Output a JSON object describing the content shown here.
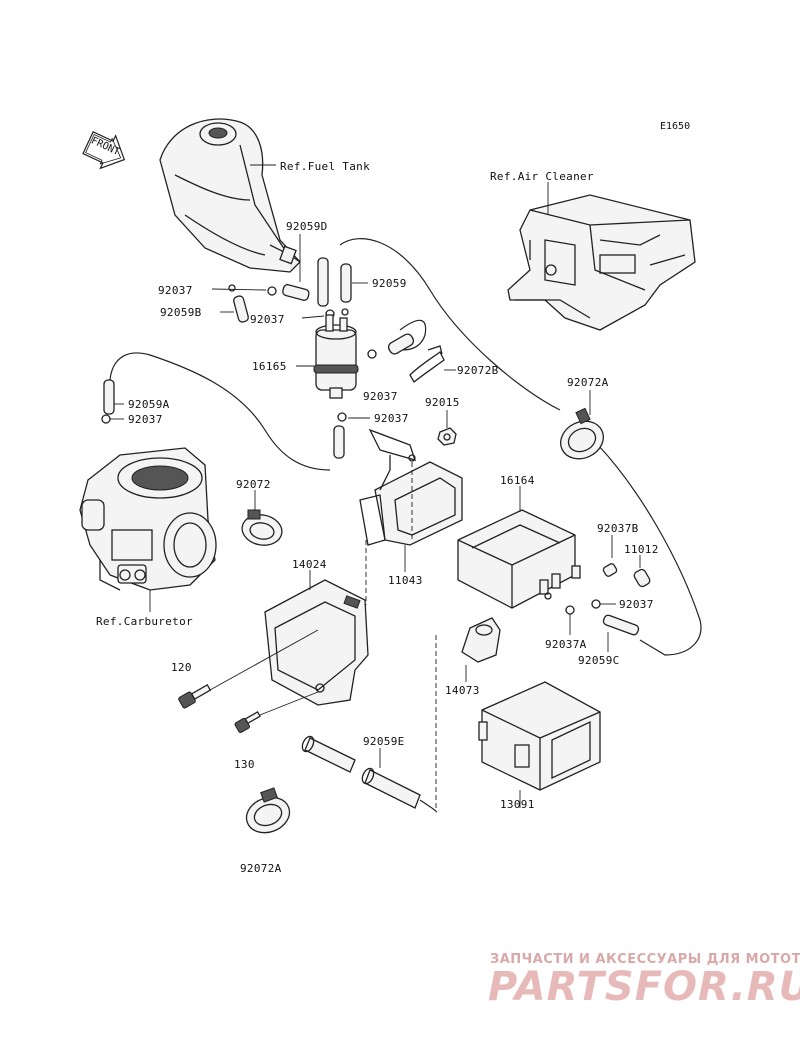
{
  "diagram_code": "E1650",
  "front_arrow_label": "FRONT",
  "refs": {
    "fuel_tank": "Ref.Fuel Tank",
    "air_cleaner": "Ref.Air Cleaner",
    "carburetor": "Ref.Carburetor"
  },
  "parts": {
    "p92059D": "92059D",
    "p92059": "92059",
    "p92037_a": "92037",
    "p92059B": "92059B",
    "p92037_b": "92037",
    "p16165": "16165",
    "p92072B": "92072B",
    "p92072A_top": "92072A",
    "p92059A": "92059A",
    "p92037_c": "92037",
    "p92037_d": "92037",
    "p92037_e": "92037",
    "p92015": "92015",
    "p92072": "92072",
    "p16164": "16164",
    "p92037B": "92037B",
    "p11012": "11012",
    "p14024": "14024",
    "p11043": "11043",
    "p92037_f": "92037",
    "p92037A": "92037A",
    "p92059C": "92059C",
    "p120": "120",
    "p14073": "14073",
    "p92059E": "92059E",
    "p130": "130",
    "p13091": "13091",
    "p92072A_bottom": "92072A"
  },
  "watermark": {
    "tagline": "ЗАПЧАСТИ И АКСЕССУАРЫ ДЛЯ МОТОТЕХНИКИ",
    "brand": "PARTSFOR.RU"
  }
}
